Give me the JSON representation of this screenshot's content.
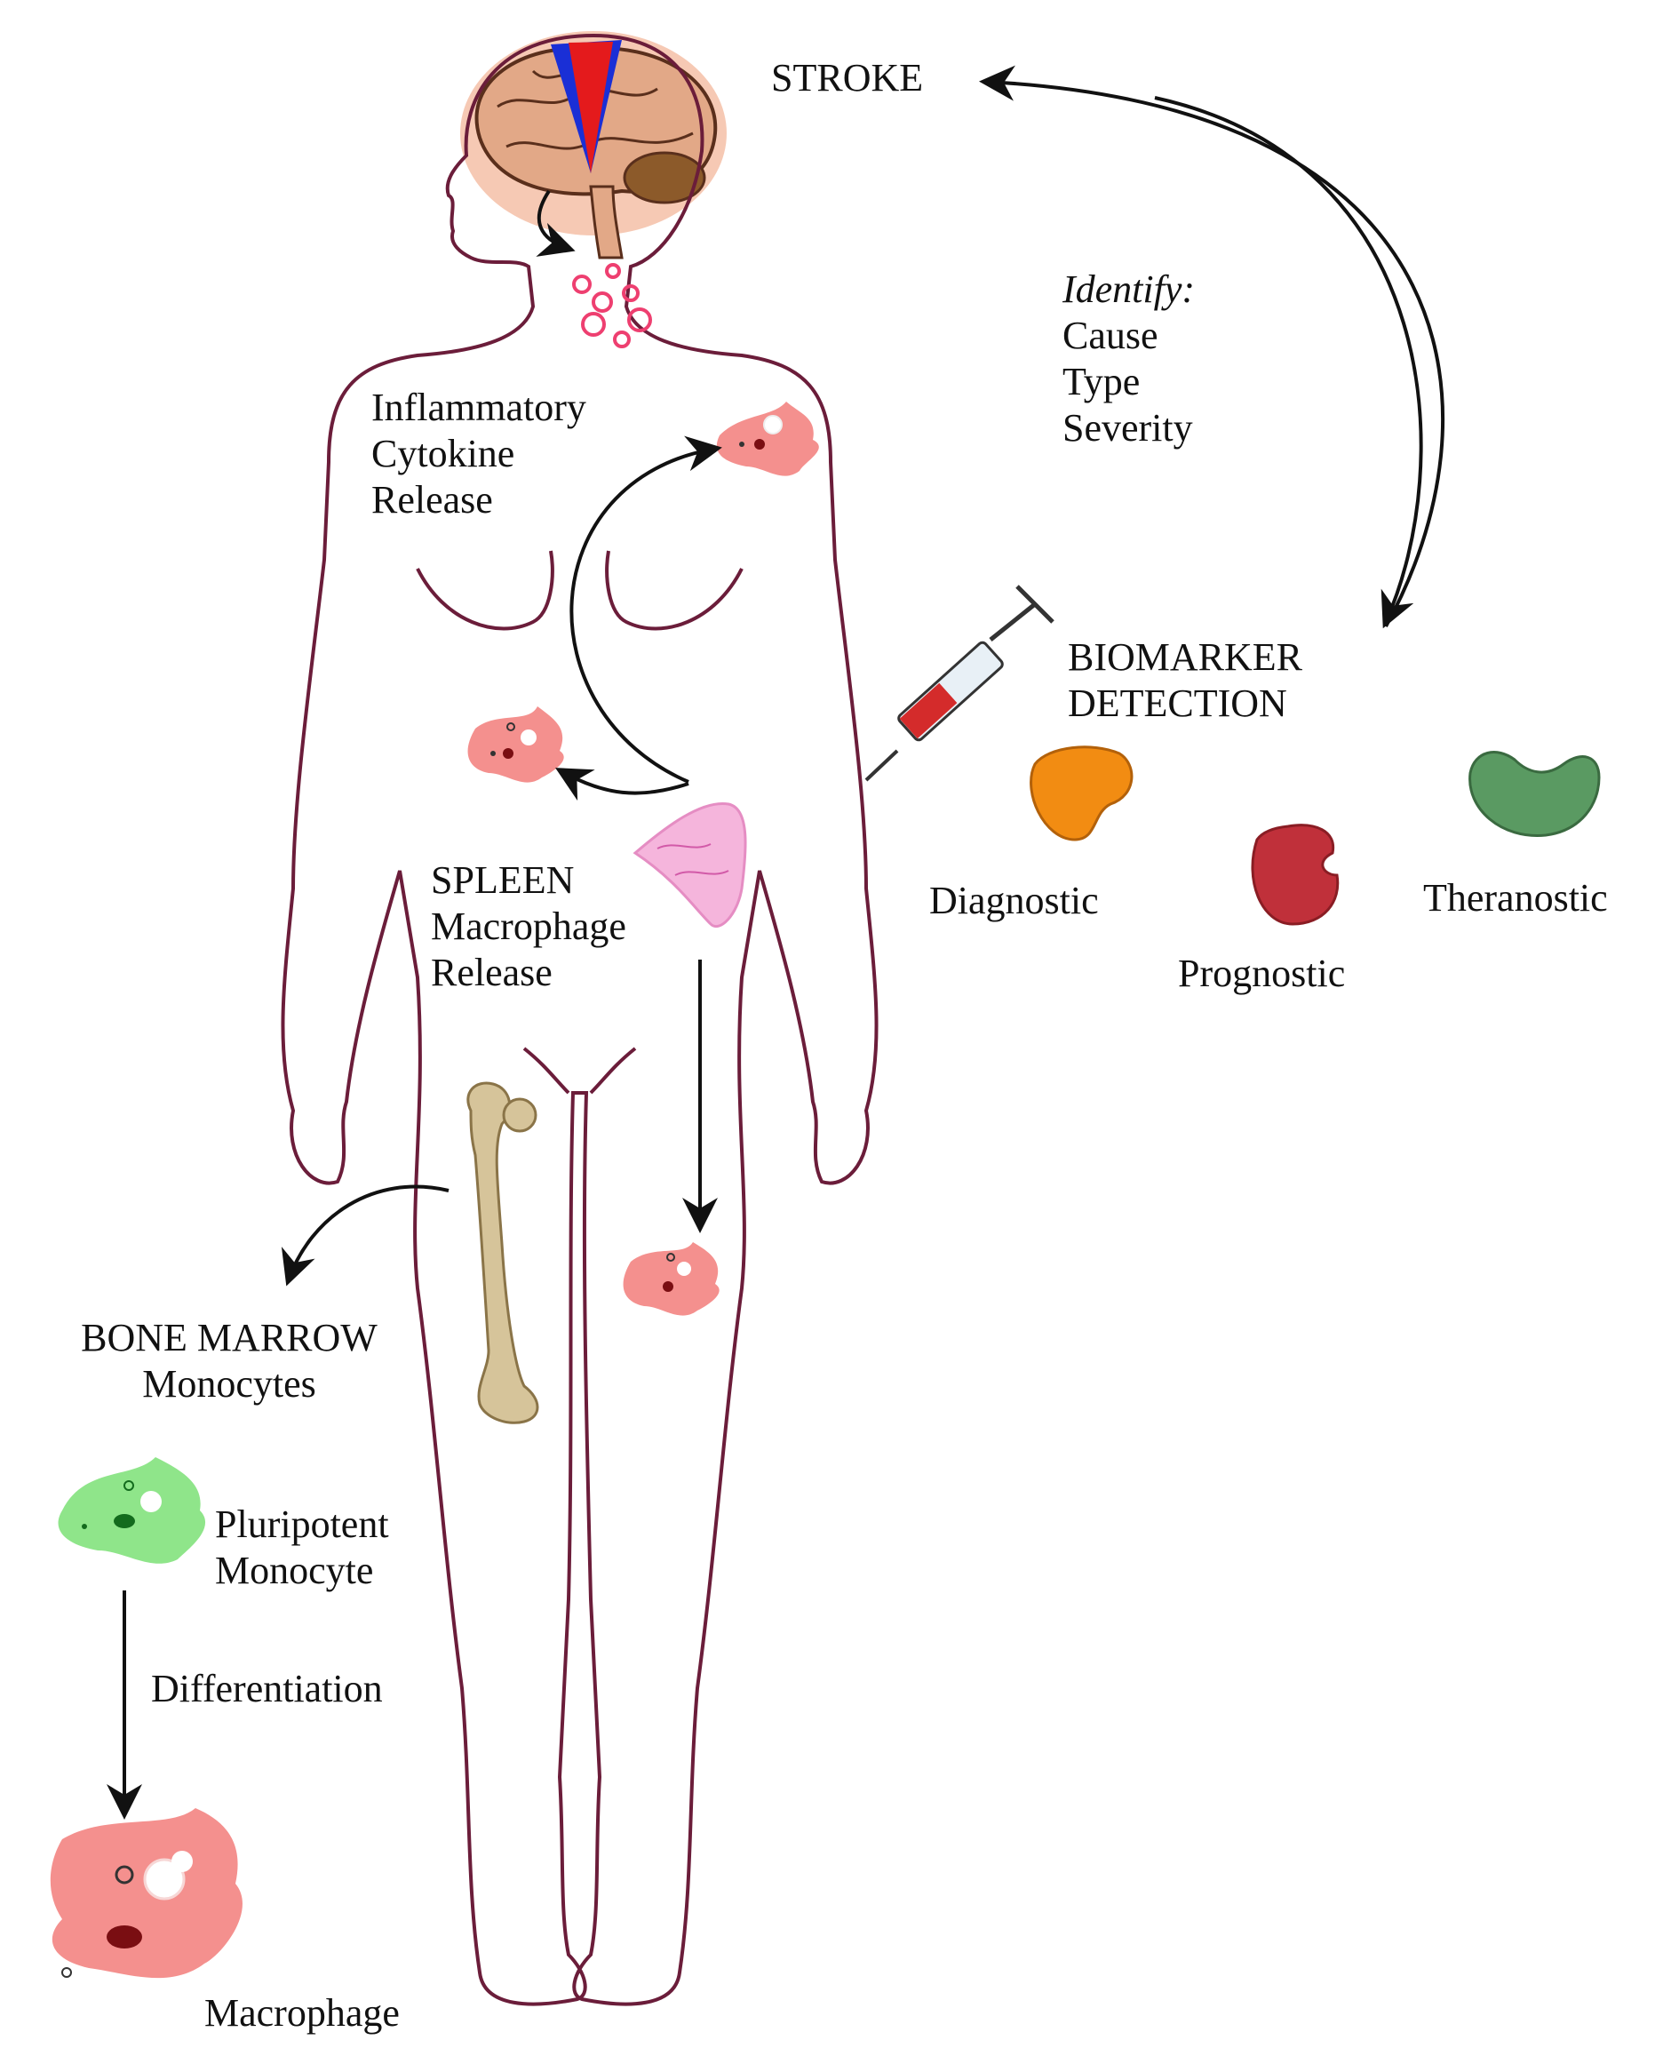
{
  "labels": {
    "stroke": "STROKE",
    "identify": {
      "heading": "Identify:",
      "items": [
        "Cause",
        "Type",
        "Severity"
      ]
    },
    "cytokine": [
      "Inflammatory",
      "Cytokine",
      "Release"
    ],
    "biomarker": [
      "BIOMARKER",
      "DETECTION"
    ],
    "diagnostic": "Diagnostic",
    "prognostic": "Prognostic",
    "theranostic": "Theranostic",
    "spleen": [
      "SPLEEN",
      "Macrophage",
      "Release"
    ],
    "bone_marrow": [
      "BONE MARROW",
      "Monocytes"
    ],
    "pluripotent": [
      "Pluripotent",
      "Monocyte"
    ],
    "differentiation": "Differentiation",
    "macrophage": "Macrophage"
  },
  "colors": {
    "body_outline": "#6b1d3a",
    "arrow": "#111111",
    "brain": "#e2a887",
    "brain_halo": "#f6c9b4",
    "brain_red": "#e41a1c",
    "brain_blue": "#1a2fd6",
    "cytokine_circle": "#ee3f70",
    "macrophage": "#f4908e",
    "monocyte": "#8fe58a",
    "spleen": "#f5b5dc",
    "bone": "#d6c49a",
    "diagnostic_organ": "#f28c12",
    "prognostic_organ": "#c0303a",
    "theranostic_organ": "#5a9a62",
    "syringe_fill": "#d42b2b"
  }
}
